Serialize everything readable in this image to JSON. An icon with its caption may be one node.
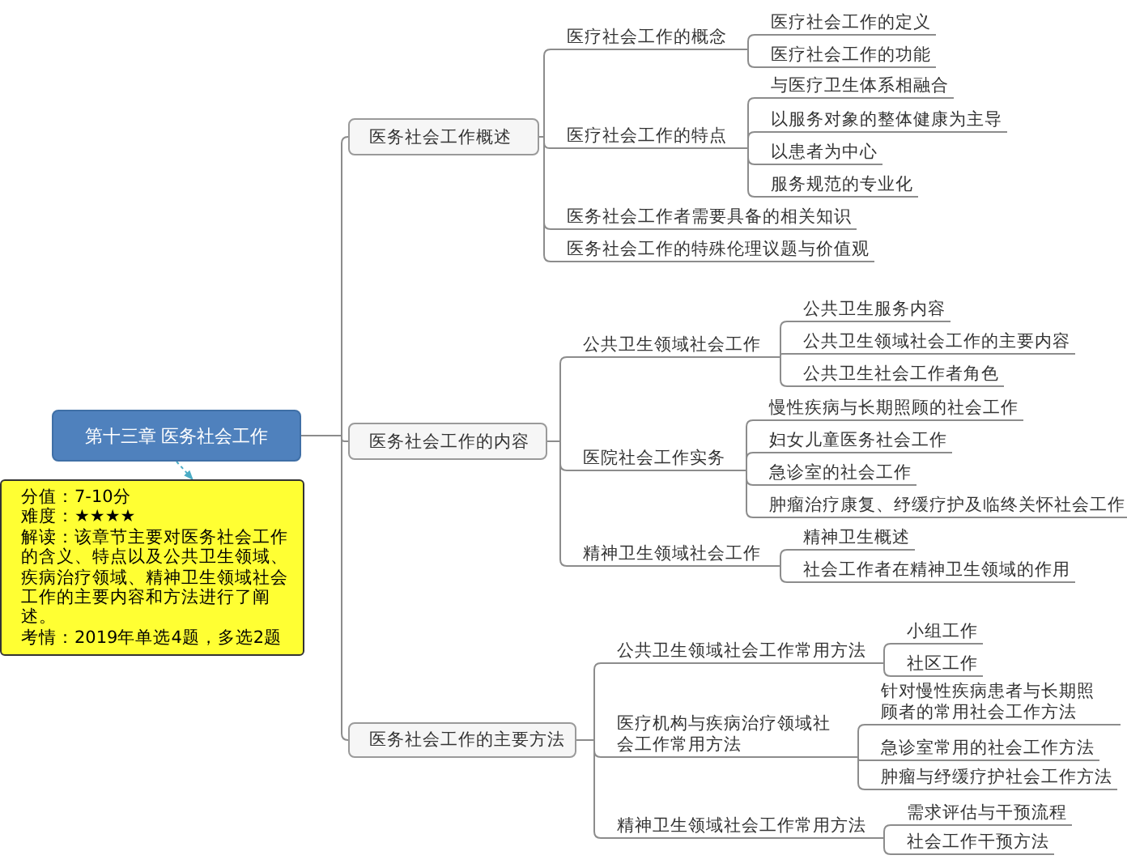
{
  "diagram": {
    "nodes": [
      {
        "text": [
          "第十三章 医务社会工作"
        ]
      },
      {
        "text": [
          "分值：7-10分",
          "难度：★★★★",
          "解读：该章节主要对医务社会工作的含义、特点以及公共卫生领域、疾病治疗领域、精神卫生领域社会工作的主要内容和方法进行了阐述。",
          "考情：2019年单选4题，多选2题"
        ]
      },
      {
        "text": [
          "医务社会工作概述"
        ]
      },
      {
        "text": [
          "医疗社会工作的概念"
        ]
      },
      {
        "text": [
          "医疗社会工作的定义"
        ]
      },
      {
        "text": [
          "医疗社会工作的功能"
        ]
      },
      {
        "text": [
          "医疗社会工作的特点"
        ]
      },
      {
        "text": [
          "与医疗卫生体系相融合"
        ]
      },
      {
        "text": [
          "以服务对象的整体健康为主导"
        ]
      },
      {
        "text": [
          "以患者为中心"
        ]
      },
      {
        "text": [
          "服务规范的专业化"
        ]
      },
      {
        "text": [
          "医务社会工作者需要具备的相关知识"
        ]
      },
      {
        "text": [
          "医务社会工作的特殊伦理议题与价值观"
        ]
      },
      {
        "text": [
          "医务社会工作的内容"
        ]
      },
      {
        "text": [
          "公共卫生领域社会工作"
        ]
      },
      {
        "text": [
          "公共卫生服务内容"
        ]
      },
      {
        "text": [
          "公共卫生领域社会工作的主要内容"
        ]
      },
      {
        "text": [
          "公共卫生社会工作者角色"
        ]
      },
      {
        "text": [
          "医院社会工作实务"
        ]
      },
      {
        "text": [
          "慢性疾病与长期照顾的社会工作"
        ]
      },
      {
        "text": [
          "妇女儿童医务社会工作"
        ]
      },
      {
        "text": [
          "急诊室的社会工作"
        ]
      },
      {
        "text": [
          "肿瘤治疗康复、纾缓疗护及临终关怀社会工作"
        ]
      },
      {
        "text": [
          "精神卫生领域社会工作"
        ]
      },
      {
        "text": [
          "精神卫生概述"
        ]
      },
      {
        "text": [
          "社会工作者在精神卫生领域的作用"
        ]
      },
      {
        "text": [
          "医务社会工作的主要方法"
        ]
      },
      {
        "text": [
          "公共卫生领域社会工作常用方法"
        ]
      },
      {
        "text": [
          "小组工作"
        ]
      },
      {
        "text": [
          "社区工作"
        ]
      },
      {
        "text": [
          "医疗机构与疾病治疗领域社会工作常用方法"
        ]
      },
      {
        "text": [
          "针对慢性疾病患者与长期照顾者的常用社会工作方法"
        ]
      },
      {
        "text": [
          "急诊室常用的社会工作方法"
        ]
      },
      {
        "text": [
          "肿瘤与纾缓疗护社会工作方法"
        ]
      },
      {
        "text": [
          "精神卫生领域社会工作常用方法"
        ]
      },
      {
        "text": [
          "需求评估与干预流程"
        ]
      },
      {
        "text": [
          "社会工作干预方法"
        ]
      }
    ],
    "edges": [
      {
        "from": 0,
        "to": 1,
        "arrow": "to",
        "style": "dashed",
        "color": "#4bacc6"
      },
      {
        "from": 0,
        "to": 2,
        "arrow": "none"
      },
      {
        "from": 0,
        "to": 13,
        "arrow": "none"
      },
      {
        "from": 0,
        "to": 26,
        "arrow": "none"
      },
      {
        "from": 2,
        "to": 3,
        "arrow": "none"
      },
      {
        "from": 2,
        "to": 6,
        "arrow": "none"
      },
      {
        "from": 2,
        "to": 11,
        "arrow": "none"
      },
      {
        "from": 2,
        "to": 12,
        "arrow": "none"
      },
      {
        "from": 3,
        "to": 4,
        "arrow": "none"
      },
      {
        "from": 3,
        "to": 5,
        "arrow": "none"
      },
      {
        "from": 6,
        "to": 7,
        "arrow": "none"
      },
      {
        "from": 6,
        "to": 8,
        "arrow": "none"
      },
      {
        "from": 6,
        "to": 9,
        "arrow": "none"
      },
      {
        "from": 6,
        "to": 10,
        "arrow": "none"
      },
      {
        "from": 13,
        "to": 14,
        "arrow": "none"
      },
      {
        "from": 13,
        "to": 18,
        "arrow": "none"
      },
      {
        "from": 13,
        "to": 23,
        "arrow": "none"
      },
      {
        "from": 14,
        "to": 15,
        "arrow": "none"
      },
      {
        "from": 14,
        "to": 16,
        "arrow": "none"
      },
      {
        "from": 14,
        "to": 17,
        "arrow": "none"
      },
      {
        "from": 18,
        "to": 19,
        "arrow": "none"
      },
      {
        "from": 18,
        "to": 20,
        "arrow": "none"
      },
      {
        "from": 18,
        "to": 21,
        "arrow": "none"
      },
      {
        "from": 18,
        "to": 22,
        "arrow": "none"
      },
      {
        "from": 23,
        "to": 24,
        "arrow": "none"
      },
      {
        "from": 23,
        "to": 25,
        "arrow": "none"
      },
      {
        "from": 26,
        "to": 27,
        "arrow": "none"
      },
      {
        "from": 26,
        "to": 30,
        "arrow": "none"
      },
      {
        "from": 26,
        "to": 34,
        "arrow": "none"
      },
      {
        "from": 27,
        "to": 28,
        "arrow": "none"
      },
      {
        "from": 27,
        "to": 29,
        "arrow": "none"
      },
      {
        "from": 30,
        "to": 31,
        "arrow": "none"
      },
      {
        "from": 30,
        "to": 32,
        "arrow": "none"
      },
      {
        "from": 30,
        "to": 33,
        "arrow": "none"
      },
      {
        "from": 34,
        "to": 35,
        "arrow": "none"
      },
      {
        "from": 34,
        "to": 36,
        "arrow": "none"
      }
    ]
  }
}
